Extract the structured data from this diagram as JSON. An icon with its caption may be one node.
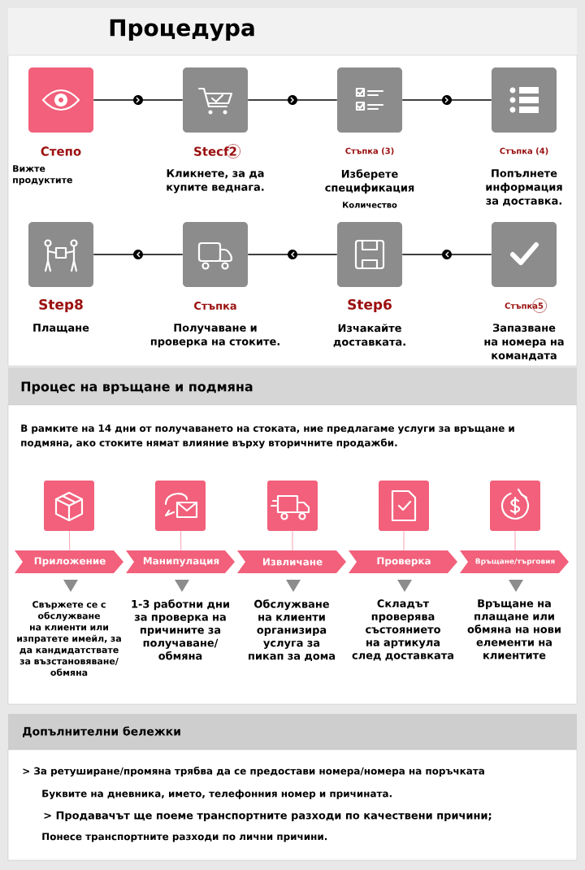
{
  "diagram": {
    "title": "Процедура",
    "nodes": [
      {
        "text": [
          "Степо",
          "Вижте продуктите"
        ]
      },
      {
        "text": [
          "Stecf2",
          "Кликнете, за да купите веднага."
        ]
      },
      {
        "text": [
          "Стъпка (3)",
          "Изберете спецификация"
        ]
      },
      {
        "text": [
          "Стъпка (4)",
          "Попълнете информация за доставка."
        ]
      },
      {
        "text": [
          "Стъпка5",
          "Запазване на номера на командата"
        ]
      },
      {
        "text": [
          "Step6",
          "Изчакайте доставката."
        ]
      },
      {
        "text": [
          "Стъпка",
          "Получаване и проверка на стоките."
        ]
      },
      {
        "text": [
          "Step8",
          "Плащане"
        ]
      },
      {
        "text": [],
        "shape": "box"
      },
      {
        "text": [],
        "shape": "box"
      },
      {
        "text": [],
        "shape": "box"
      },
      {
        "text": [],
        "shape": "box"
      },
      {
        "text": [],
        "shape": "box"
      },
      {
        "text": [
          "Приложение"
        ],
        "beside": [
          "Свържете се с обслужване на клиенти или изпратете имейл, за да кандидатствате за възстановяване/ обмяна"
        ]
      },
      {
        "text": [
          "Манипулация"
        ],
        "beside": [
          "1-3 работни дни за проверка на причините за получаване/ обмяна"
        ]
      },
      {
        "text": [
          "Извличане"
        ],
        "beside": [
          "Обслужване на клиенти организира услуга за пикап за дома"
        ]
      },
      {
        "text": [
          "Проверка"
        ],
        "beside": [
          "Складът проверява състоянието на артикула след доставката"
        ]
      },
      {
        "text": [
          "Връщане/търговия"
        ],
        "beside": [
          "Връщане на плащане или обмяна на нови елементи на клиентите"
        ]
      }
    ],
    "edges": [
      {
        "from": 0,
        "to": 1,
        "arrow": "to"
      },
      {
        "from": 1,
        "to": 2,
        "arrow": "to"
      },
      {
        "from": 2,
        "to": 3,
        "arrow": "to"
      },
      {
        "from": 4,
        "to": 5,
        "arrow": "to"
      },
      {
        "from": 5,
        "to": 6,
        "arrow": "to"
      },
      {
        "from": 6,
        "to": 7,
        "arrow": "to"
      },
      {
        "from": 8,
        "to": 13,
        "arrow": "none",
        "color": "#f2607b"
      },
      {
        "from": 9,
        "to": 14,
        "arrow": "none",
        "color": "#f2607b"
      },
      {
        "from": 10,
        "to": 15,
        "arrow": "none",
        "color": "#f2607b"
      },
      {
        "from": 11,
        "to": 16,
        "arrow": "none",
        "color": "#f2607b"
      },
      {
        "from": 12,
        "to": 17,
        "arrow": "none",
        "color": "#f2607b"
      }
    ],
    "labels": [
      "Количество",
      "Процес на връщане и подмяна",
      "В рамките на 14 дни от получаването на стоката, ние предлагаме услуги за връщане и подмяна, ако стоките нямат влияние върху вторичните продажби.",
      "Допълнителни бележки",
      "> За ретуширане/промяна трябва да се предостави номера/номера на поръчката",
      "Буквите на дневника, името, телефонния номер и причината.",
      "> Продавачът ще поеме транспортните разходи по качествени причини;",
      "Понесе транспортните разходи по лични причини."
    ]
  }
}
